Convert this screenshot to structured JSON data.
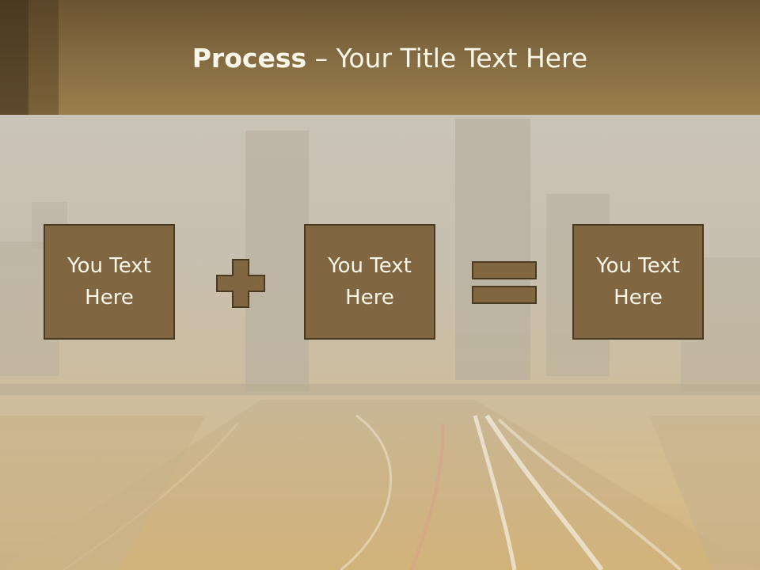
{
  "slide": {
    "title_strong": "Process",
    "title_separator": " – ",
    "title_rest": "Your Title Text Here"
  },
  "boxes": [
    {
      "text": "You Text Here"
    },
    {
      "text": "You Text Here"
    },
    {
      "text": "You Text Here"
    }
  ],
  "operators": [
    "plus-icon",
    "equals-icon"
  ],
  "colors": {
    "header": "#8a6f42",
    "box_fill": "#806741",
    "box_border": "#4a3a20",
    "operator_fill": "#806741",
    "text": "#fbf6ea"
  }
}
